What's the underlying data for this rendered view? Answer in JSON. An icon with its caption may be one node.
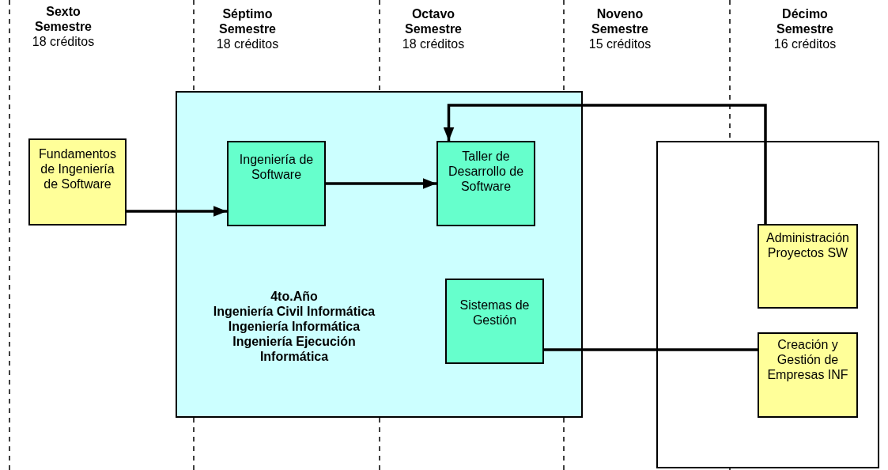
{
  "diagram": {
    "nodes": [
      {
        "text": [
          "Fundamentos de Ingeniería de Software"
        ]
      },
      {
        "text": [
          "4to.Año",
          "Ingeniería Civil Informática Ingeniería Informática Ingeniería Ejecución Informática"
        ]
      },
      {
        "text": [
          "Ingeniería de Software"
        ],
        "in": 1
      },
      {
        "text": [
          "Taller de Desarrollo de Software"
        ],
        "in": 1
      },
      {
        "text": [
          "Sistemas de Gestión"
        ],
        "in": 1
      },
      {
        "text": [],
        "shape": "box"
      },
      {
        "text": [
          "Administración Proyectos SW"
        ],
        "in": 5
      },
      {
        "text": [
          "Creación y Gestión de Empresas INF"
        ],
        "in": 5
      }
    ],
    "edges": [
      {
        "from": 0,
        "to": 2,
        "arrow": "to"
      },
      {
        "from": 2,
        "to": 3,
        "arrow": "to"
      },
      {
        "from": 6,
        "to": 3,
        "arrow": "to"
      },
      {
        "from": 4,
        "to": 7,
        "arrow": "none"
      }
    ],
    "labels": [
      "Sexto Semestre",
      "18 créditos",
      "Séptimo Semestre",
      "18 créditos",
      "Octavo Semestre",
      "18 créditos",
      "Noveno Semestre",
      "15 créditos",
      "Décimo Semestre",
      "16 créditos"
    ]
  }
}
